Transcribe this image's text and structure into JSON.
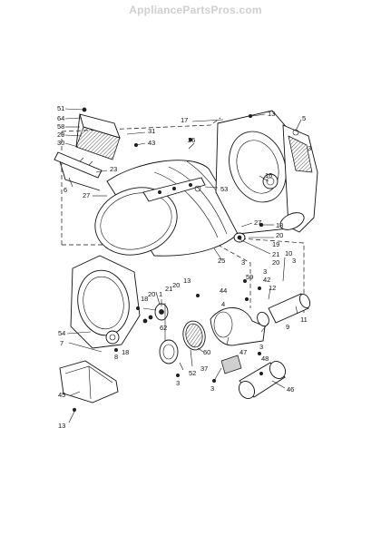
{
  "header": {
    "site_watermark": "AppliancePartsPros.com"
  },
  "diagram": {
    "callouts": [
      "51",
      "64",
      "58",
      "29",
      "30",
      "31",
      "43",
      "17",
      "13",
      "5",
      "26",
      "3",
      "16",
      "23",
      "6",
      "27",
      "53",
      "18",
      "20",
      "19",
      "21",
      "20",
      "25",
      "27",
      "3",
      "10",
      "3",
      "13",
      "59",
      "42",
      "12",
      "21",
      "20",
      "44",
      "3",
      "1",
      "18",
      "20",
      "9",
      "11",
      "4",
      "62",
      "54",
      "7",
      "8",
      "18",
      "60",
      "52",
      "37",
      "45",
      "13",
      "3",
      "3",
      "47",
      "3",
      "48",
      "46"
    ]
  }
}
